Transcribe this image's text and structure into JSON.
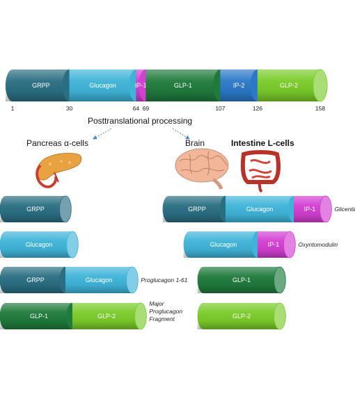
{
  "colors": {
    "GRPP": "#2a6e82",
    "Glucagon": "#3fb4d8",
    "IP-1": "#d23fd2",
    "GLP-1": "#1f7a3c",
    "IP-2": "#2c78c8",
    "GLP-2": "#7acb2a"
  },
  "precursor": {
    "segments": [
      {
        "label": "GRPP",
        "start": 1,
        "end": 30,
        "key": "GRPP"
      },
      {
        "label": "Glucagon",
        "start": 30,
        "end": 64,
        "key": "Glucagon"
      },
      {
        "label": "IP-1",
        "start": 64,
        "end": 69,
        "key": "IP-1"
      },
      {
        "label": "GLP-1",
        "start": 69,
        "end": 107,
        "key": "GLP-1"
      },
      {
        "label": "IP-2",
        "start": 107,
        "end": 126,
        "key": "IP-2"
      },
      {
        "label": "GLP-2",
        "start": 126,
        "end": 158,
        "key": "GLP-2"
      }
    ],
    "ticks": [
      "1",
      "30",
      "64",
      "69",
      "107",
      "126",
      "158"
    ]
  },
  "processing_title": "Posttranslational processing",
  "pancreas_label": "Pancreas α-cells",
  "brain_label": "Brain",
  "intestine_label": "Intestine L-cells",
  "products_left": [
    {
      "segments": [
        "GRPP"
      ],
      "caption": []
    },
    {
      "segments": [
        "Glucagon"
      ],
      "caption": []
    },
    {
      "segments": [
        "GRPP",
        "Glucagon"
      ],
      "caption": [
        "Proglucagon 1-61"
      ]
    },
    {
      "segments": [
        "GLP-1",
        "GLP-2"
      ],
      "caption": [
        "Major",
        "Proglucagon",
        "Fragment"
      ]
    }
  ],
  "products_right": [
    {
      "segments": [
        "GRPP",
        "Glucagon",
        "IP-1"
      ],
      "caption": [
        "Glicentin"
      ]
    },
    {
      "segments": [
        "Glucagon",
        "IP-1"
      ],
      "caption": [
        "Oxyntomodulin"
      ]
    },
    {
      "segments": [
        "GLP-1"
      ],
      "caption": []
    },
    {
      "segments": [
        "GLP-2"
      ],
      "caption": []
    }
  ]
}
